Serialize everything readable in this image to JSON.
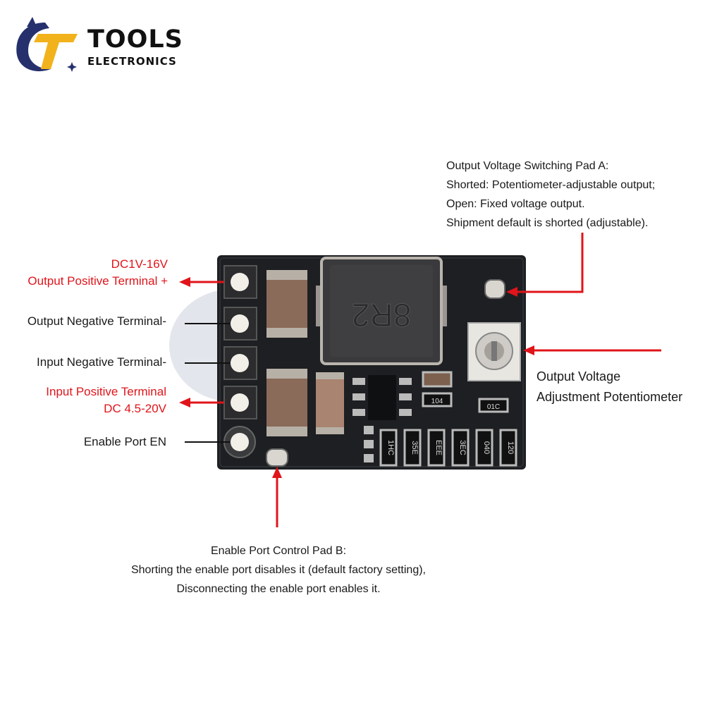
{
  "brand": {
    "name": "TOOLS",
    "subtitle": "ELECTRONICS"
  },
  "terminals": [
    {
      "lines": [
        "DC1V-16V",
        "Output Positive Terminal +"
      ],
      "color": "#e0141a"
    },
    {
      "lines": [
        "Output Negative Terminal-"
      ],
      "color": "#1a1a1a"
    },
    {
      "lines": [
        "Input Negative Terminal-"
      ],
      "color": "#1a1a1a"
    },
    {
      "lines": [
        "Input Positive Terminal",
        "DC 4.5-20V"
      ],
      "color": "#e0141a"
    },
    {
      "lines": [
        "Enable Port EN"
      ],
      "color": "#1a1a1a"
    }
  ],
  "pad_a_note": [
    "Output Voltage Switching Pad A:",
    "Shorted: Potentiometer-adjustable output;",
    "Open: Fixed voltage output.",
    "Shipment default is shorted (adjustable)."
  ],
  "potentiometer_label": [
    "Output Voltage",
    "Adjustment Potentiometer"
  ],
  "pad_b_note": [
    "Enable Port Control Pad B:",
    "Shorting the enable port disables it (default factory setting),",
    "Disconnecting the enable port enables it."
  ],
  "components": {
    "inductor_marking": "8R2",
    "resistor_markings": [
      "1HC",
      "35E",
      "EEE",
      "3EC",
      "040",
      "120"
    ],
    "small_resistor_1": "104",
    "small_resistor_2": "01C"
  },
  "colors": {
    "pcb": "#1d1f22",
    "accent_red": "#e0141a",
    "logo_blue": "#25306d",
    "logo_gold": "#f2b21c"
  }
}
